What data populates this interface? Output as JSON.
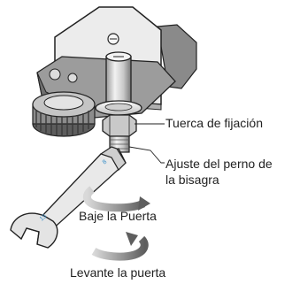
{
  "labels": {
    "lock_nut": "Tuerca de fijación",
    "hinge_bolt_line1": "Ajuste del perno de",
    "hinge_bolt_line2": "la bisagra",
    "lower_door": "Baje la Puerta",
    "raise_door": "Levante la puerta"
  },
  "colors": {
    "outline": "#222222",
    "plate_fill": "#ebebeb",
    "plate_dark": "#8a8a8a",
    "metal_light": "#e6e6e6",
    "metal_mid": "#b5b5b5",
    "metal_dark": "#6e6e6e",
    "accent_blue": "#3a8fc8"
  },
  "icons": {
    "wrench": "open-end-wrench-icon",
    "rotation_lower": "counterclockwise-arrow-icon",
    "rotation_raise": "clockwise-arrow-icon"
  }
}
